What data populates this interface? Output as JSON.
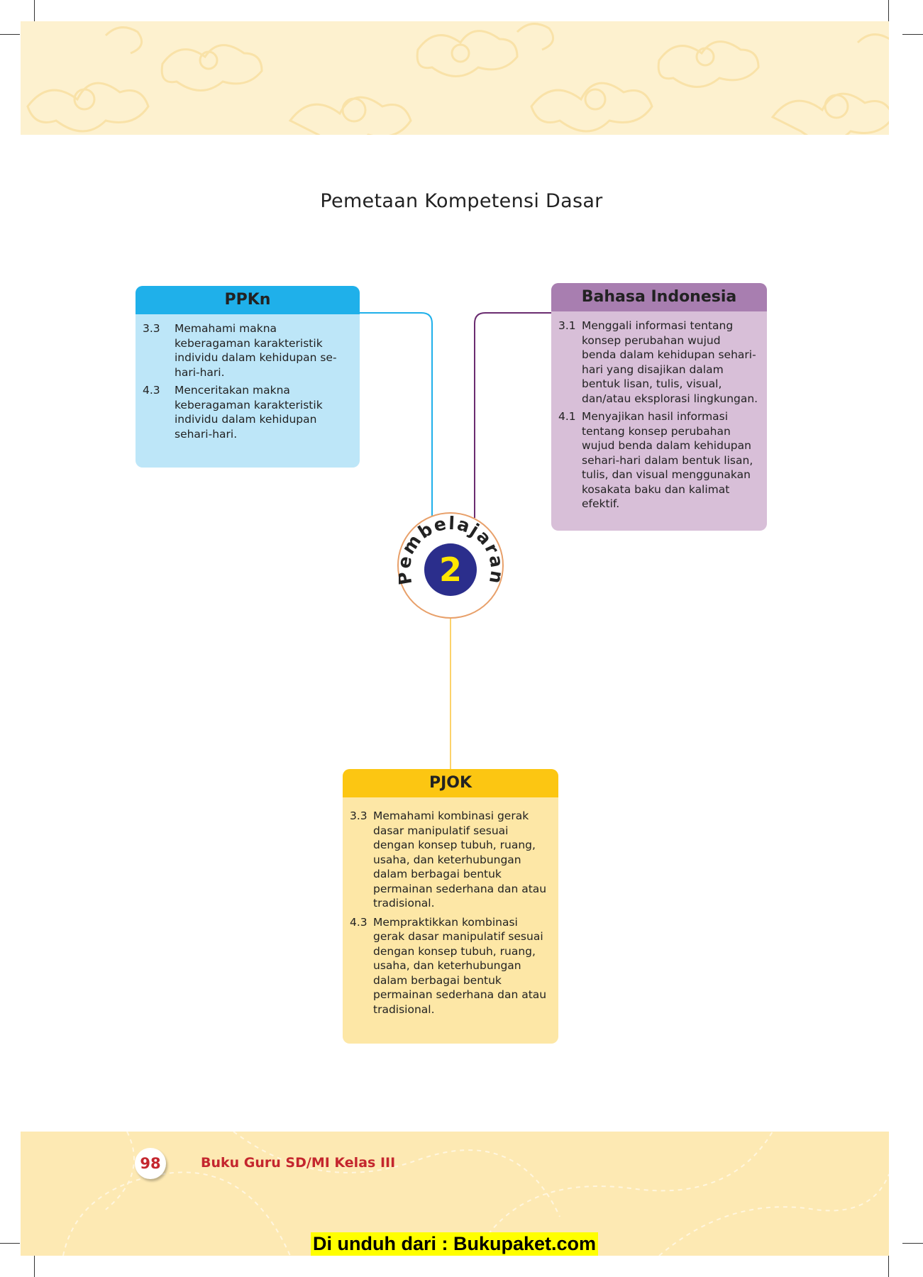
{
  "page_title": "Pemetaan Kompetensi Dasar",
  "ppkn": {
    "title": "PPKn",
    "items": [
      {
        "num": "3.3",
        "text": "Memahami makna keberagaman karakteristik individu dalam kehidupan se-hari-hari."
      },
      {
        "num": "4.3",
        "text": "Menceritakan makna keberagaman karakteristik individu dalam kehidupan sehari-hari."
      }
    ]
  },
  "bahasa_indonesia": {
    "title": "Bahasa Indonesia",
    "items": [
      {
        "num": "3.1",
        "text": "Menggali informasi tentang konsep perubahan wujud benda dalam kehidupan sehari-hari yang disajikan dalam bentuk lisan, tulis, visual, dan/atau eksplorasi lingkungan."
      },
      {
        "num": "4.1",
        "text": "Menyajikan hasil informasi tentang konsep perubahan wujud benda dalam kehidupan sehari-hari dalam bentuk lisan, tulis, dan visual menggunakan kosakata baku dan kalimat efektif."
      }
    ]
  },
  "pjok": {
    "title": "PJOK",
    "items": [
      {
        "num": "3.3",
        "text": "Memahami kombinasi gerak dasar manipulatif sesuai dengan konsep tubuh, ruang, usaha, dan keterhubungan dalam berbagai bentuk permainan sederhana dan atau tradisional."
      },
      {
        "num": "4.3",
        "text": "Mempraktikkan kombinasi gerak dasar manipulatif sesuai dengan konsep tubuh, ruang, usaha, dan keterhubungan dalam berbagai bentuk permainan sederhana dan atau tradisional."
      }
    ]
  },
  "badge": {
    "label": "Pembelajaran",
    "number": "2"
  },
  "footer": {
    "page_number": "98",
    "book_title": "Buku Guru SD/MI Kelas III"
  },
  "download_banner": "Di unduh dari : Bukupaket.com",
  "colors": {
    "ppkn_header": "#1fb0ea",
    "ppkn_body": "#bde6f8",
    "bindo_header": "#a87eb0",
    "bindo_body": "#d8bfd8",
    "pjok_header": "#fcc612",
    "pjok_body": "#fde7a6",
    "badge_circle": "#2b2e8c",
    "badge_number": "#ffe600",
    "footer_text": "#c4262e"
  }
}
